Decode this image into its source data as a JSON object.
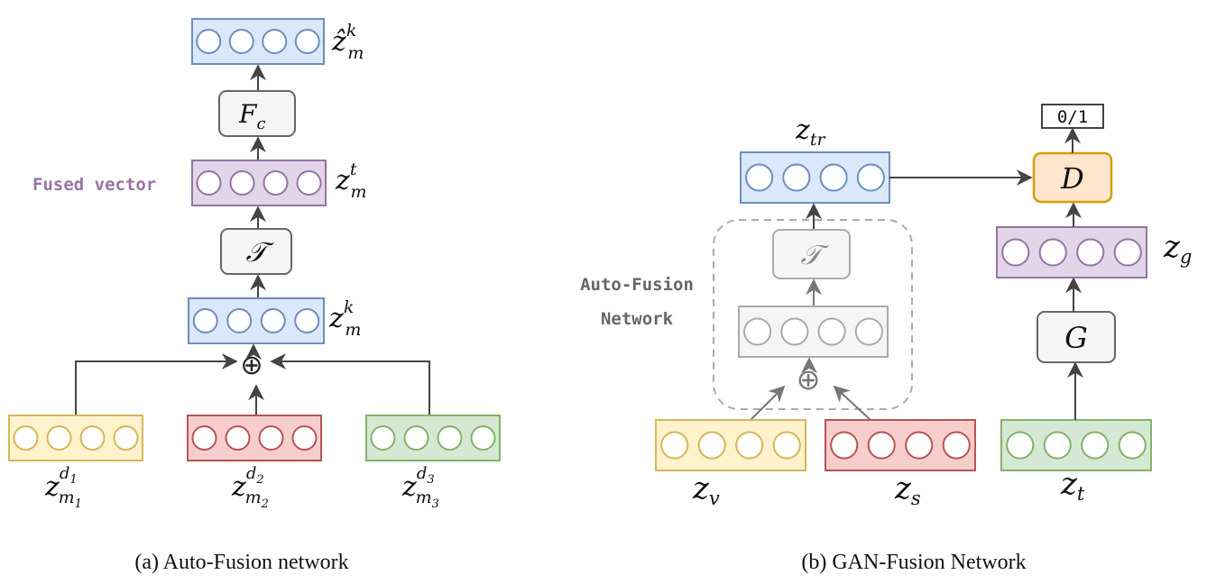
{
  "colors": {
    "blue_fill": "#dae8fc",
    "blue_stroke": "#6c8ebf",
    "purple_fill": "#e1d5e7",
    "purple_stroke": "#9673a6",
    "yellow_fill": "#fff2cc",
    "yellow_stroke": "#d6b656",
    "red_fill": "#f8cecc",
    "red_stroke": "#b85450",
    "green_fill": "#d5e8d4",
    "green_stroke": "#82b366",
    "orange_fill": "#ffe6cc",
    "orange_stroke": "#d79b00",
    "gray_fill": "#f5f5f5",
    "gray_stroke": "#666666",
    "faded_stroke": "#aaaaaa",
    "fused_label": "#9673a6"
  },
  "left": {
    "caption": "(a) Auto-Fusion network",
    "fused_label": "Fused vector",
    "z_hat_base": "ẑ",
    "z_hat_sup": "k",
    "z_hat_sub": "m",
    "fc_base": "F",
    "fc_sub": "c",
    "zt_base": "z",
    "zt_sup": "t",
    "zt_sub": "m",
    "transform": "𝒯",
    "zk_base": "z",
    "zk_sup": "k",
    "zk_sub": "m",
    "oplus": "⊕",
    "d1_base": "z",
    "d1_sup": "d",
    "d1_supsub": "1",
    "d1_sub": "m",
    "d1_subsub": "1",
    "d2_base": "z",
    "d2_sup": "d",
    "d2_supsub": "2",
    "d2_sub": "m",
    "d2_subsub": "2",
    "d3_base": "z",
    "d3_sup": "d",
    "d3_supsub": "3",
    "d3_sub": "m",
    "d3_subsub": "3"
  },
  "right": {
    "caption": "(b) GAN-Fusion Network",
    "autofusion_line1": "Auto-Fusion",
    "autofusion_line2": "Network",
    "ztr_base": "z",
    "ztr_sub": "tr",
    "transform": "𝒯",
    "oplus": "⊕",
    "zv_base": "z",
    "zv_sub": "v",
    "zs_base": "z",
    "zs_sub": "s",
    "zt_base": "z",
    "zt_sub": "t",
    "zg_base": "z",
    "zg_sub": "g",
    "discriminator": "D",
    "generator": "G",
    "output": "0/1"
  }
}
